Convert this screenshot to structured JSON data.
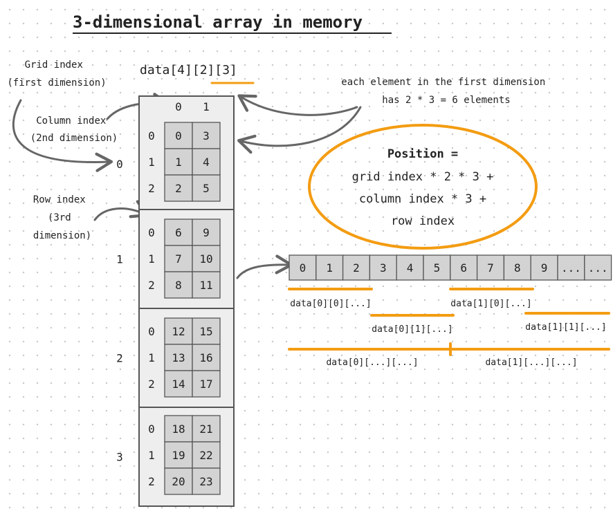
{
  "title": "3-dimensional array in memory",
  "declaration": "data[4][2][3]",
  "annotations": {
    "grid_index": [
      "Grid index",
      "(first dimension)"
    ],
    "column_index": [
      "Column index",
      "(2nd dimension)"
    ],
    "row_index": [
      "Row index",
      "(3rd",
      "dimension)"
    ],
    "each_element": [
      "each element in the first dimension",
      "has 2 * 3 = 6 elements"
    ]
  },
  "formula": [
    "Position =",
    "grid index * 2 * 3 +",
    "column index * 3 +",
    "row index"
  ],
  "column_headers": [
    "0",
    "1"
  ],
  "row_indices": [
    "0",
    "1",
    "2"
  ],
  "grids": [
    {
      "index": "0",
      "cells": [
        [
          "0",
          "3"
        ],
        [
          "1",
          "4"
        ],
        [
          "2",
          "5"
        ]
      ]
    },
    {
      "index": "1",
      "cells": [
        [
          "6",
          "9"
        ],
        [
          "7",
          "10"
        ],
        [
          "8",
          "11"
        ]
      ]
    },
    {
      "index": "2",
      "cells": [
        [
          "12",
          "15"
        ],
        [
          "13",
          "16"
        ],
        [
          "14",
          "17"
        ]
      ]
    },
    {
      "index": "3",
      "cells": [
        [
          "18",
          "21"
        ],
        [
          "19",
          "22"
        ],
        [
          "20",
          "23"
        ]
      ]
    }
  ],
  "memory": [
    "0",
    "1",
    "2",
    "3",
    "4",
    "5",
    "6",
    "7",
    "8",
    "9",
    "...",
    "..."
  ],
  "range_labels": {
    "d00": "data[0][0][...]",
    "d01": "data[0][1][...]",
    "d10": "data[1][0][...]",
    "d11": "data[1][1][...]",
    "d0": "data[0][...][...]",
    "d1": "data[1][...][...]"
  },
  "colors": {
    "accent": "#f39c12",
    "cell_fill": "#d3d3d3",
    "grid_fill": "#eeeeee",
    "outline": "#555555",
    "arrow": "#666666"
  }
}
